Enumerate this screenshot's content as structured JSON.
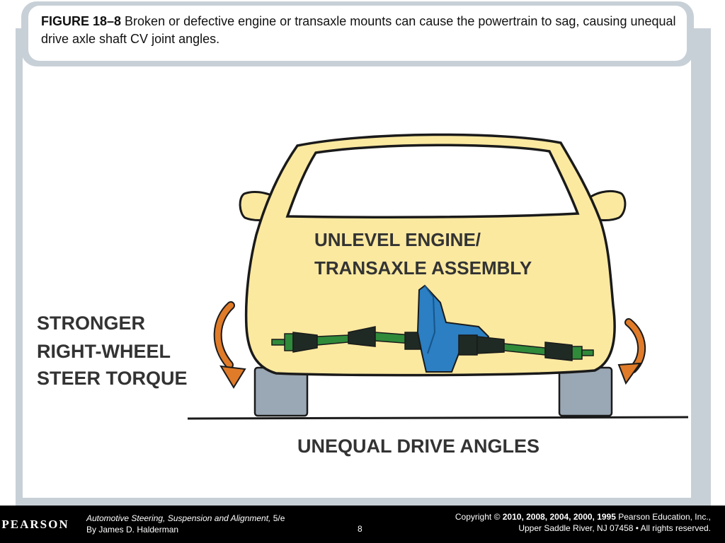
{
  "caption": {
    "figure_label": "FIGURE 18–8",
    "text": " Broken or defective engine or transaxle mounts can cause the powertrain to sag, causing unequal drive axle shaft CV joint angles."
  },
  "diagram": {
    "labels": {
      "unlevel_line1": "UNLEVEL ENGINE/",
      "unlevel_line2": "TRANSAXLE ASSEMBLY",
      "torque_line1": "STRONGER",
      "torque_line2": "RIGHT-WHEEL",
      "torque_line3": "STEER TORQUE",
      "angles": "UNEQUAL DRIVE ANGLES"
    },
    "colors": {
      "car_body": "#fbe9a0",
      "outline": "#1a1a1a",
      "tires": "#9aa7b5",
      "transaxle": "#2b7fc2",
      "axle_shaft": "#2f8a3a",
      "arrows": "#e07b29",
      "frame": "#c8d0d7"
    }
  },
  "footer": {
    "logo": "PEARSON",
    "book_title": "Automotive Steering, Suspension and Alignment,",
    "edition": " 5/e",
    "author": "By James D. Halderman",
    "page": "8",
    "copyright_prefix": "Copyright © ",
    "copyright_years": "2010, 2008, 2004, 2000, 1995",
    "publisher": " Pearson Education, Inc.,",
    "address": "Upper Saddle River, NJ 07458 • All rights reserved."
  }
}
